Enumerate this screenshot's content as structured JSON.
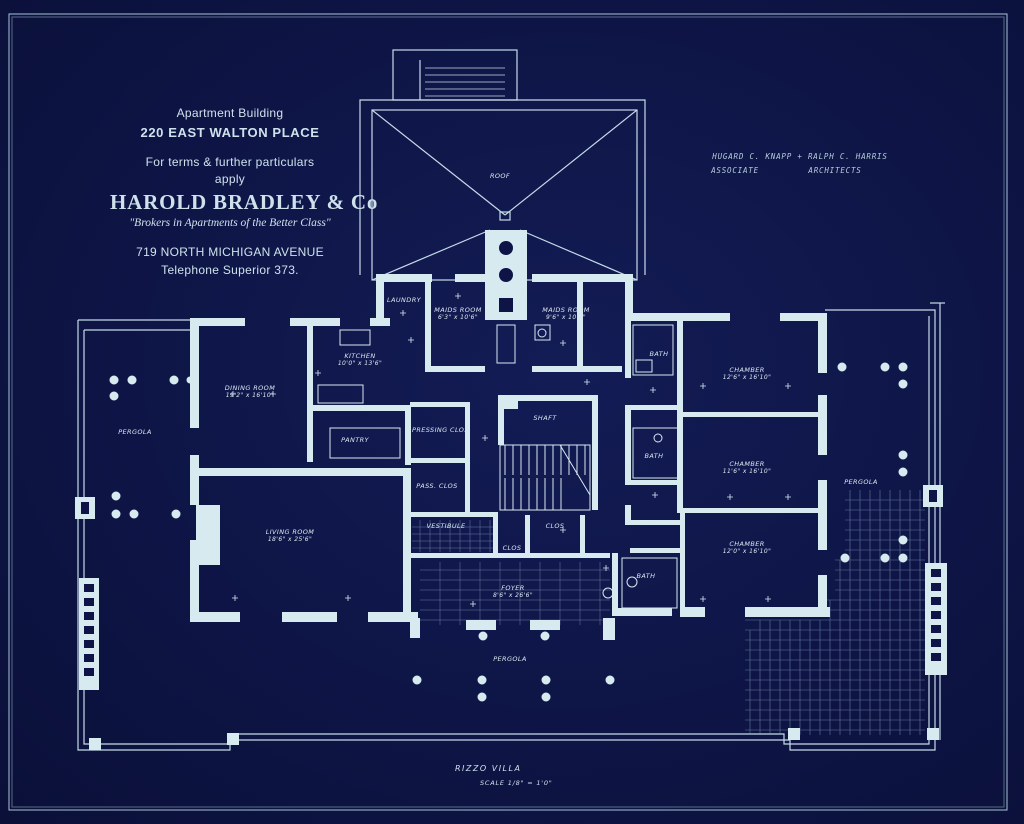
{
  "header": {
    "line1": "Apartment Building",
    "address": "220 EAST WALTON PLACE",
    "terms": "For terms & further particulars",
    "apply": "apply",
    "firm": "HAROLD BRADLEY & Co",
    "tagline": "\"Brokers in Apartments of the Better Class\"",
    "street": "719 NORTH MICHIGAN AVENUE",
    "phone": "Telephone Superior 373."
  },
  "architects": {
    "names": "HUGARD C. KNAPP  +  RALPH C. HARRIS",
    "role1": "ASSOCIATE",
    "role2": "ARCHITECTS"
  },
  "rooms": {
    "roof": "ROOF",
    "laundry": "LAUNDRY",
    "maids_room_1": {
      "name": "MAIDS ROOM",
      "dims": "6'3\" x 10'6\""
    },
    "maids_room_2": {
      "name": "MAIDS ROOM",
      "dims": "9'6\" x 10'6\""
    },
    "kitchen": {
      "name": "KITCHEN",
      "dims": "10'0\" x 13'6\""
    },
    "dining_room": {
      "name": "DINING ROOM",
      "dims": "19'2\" x 16'10\""
    },
    "pantry": "PANTRY",
    "pergola_west": "PERGOLA",
    "pergola_east": "PERGOLA",
    "pergola_south": "PERGOLA",
    "living_room": {
      "name": "LIVING ROOM",
      "dims": "18'6\" x 25'6\""
    },
    "closet_1": "PRESSING CLOS",
    "closet_2": "PASS. CLOS",
    "shaft": "SHAFT",
    "vestibule": "VESTIBULE",
    "clos_small": "CLOS",
    "clos": "CLOS",
    "foyer": {
      "name": "FOYER",
      "dims": "8'6\" x 26'6\""
    },
    "bath_1": "BATH",
    "bath_2": "BATH",
    "bath_3": "BATH",
    "chamber_1": {
      "name": "CHAMBER",
      "dims": "12'6\" x 16'10\""
    },
    "chamber_2": {
      "name": "CHAMBER",
      "dims": "11'6\" x 16'10\""
    },
    "chamber_3": {
      "name": "CHAMBER",
      "dims": "12'0\" x 16'10\""
    }
  },
  "footer": {
    "title": "RIZZO  VILLA",
    "scale": "SCALE 1/8\" = 1'0\""
  },
  "colors": {
    "paper": "#0e1546",
    "line": "#cfe4ee",
    "wall": "#d6eaf0"
  }
}
